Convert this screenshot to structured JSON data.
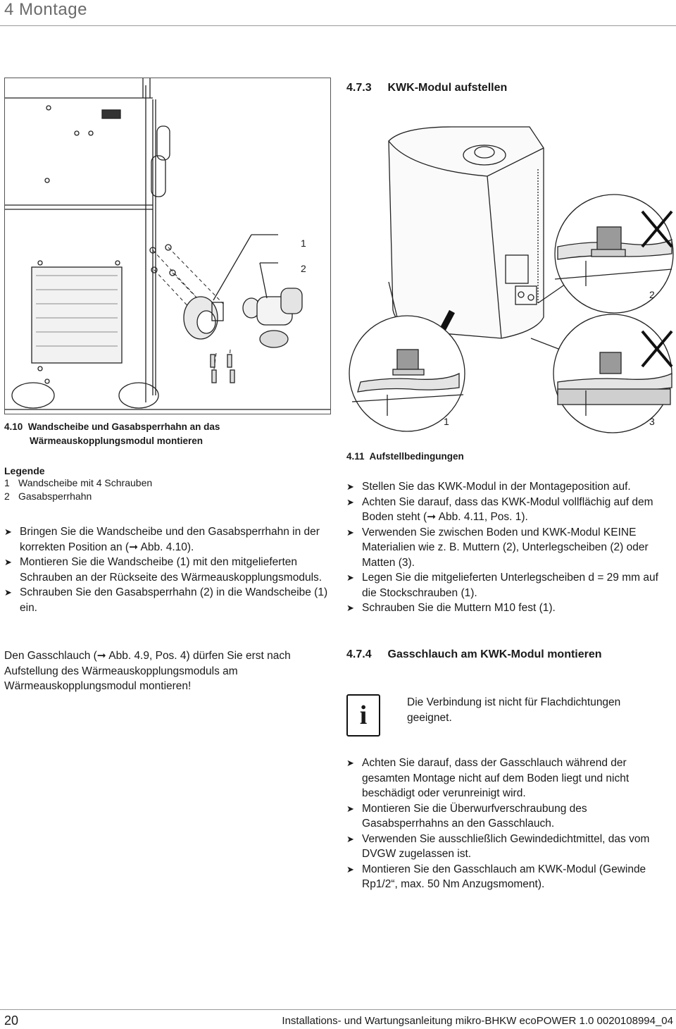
{
  "header": {
    "chapter": "4 Montage"
  },
  "right": {
    "section": {
      "number": "4.7.3",
      "title": "KWK-Modul aufstellen"
    },
    "figure": {
      "labels": [
        "1",
        "3",
        "2"
      ]
    },
    "caption": {
      "number": "4.11",
      "title": "Aufstellbedingungen"
    },
    "steps": [
      "Stellen Sie das KWK-Modul in der Montageposition auf.",
      "Achten Sie darauf, dass das KWK-Modul vollflächig auf dem Boden steht (➞ Abb. 4.11, Pos. 1).",
      "Verwenden Sie zwischen Boden und KWK-Modul KEINE Materialien wie z. B. Muttern (2), Unterlegscheiben (2) oder Matten (3).",
      "Legen Sie die mitgelieferten Unterlegscheiben d = 29 mm auf die Stockschrauben (1).",
      "Schrauben Sie die Muttern M10 fest (1)."
    ],
    "section2": {
      "number": "4.7.4",
      "title": "Gasschlauch am KWK-Modul montieren"
    },
    "info": {
      "icon_letter": "i",
      "text": "Die Verbindung ist nicht für Flachdichtungen geeignet."
    },
    "steps2": [
      "Achten Sie darauf, dass der Gasschlauch während der gesamten Montage nicht auf dem Boden liegt und nicht beschädigt oder verunreinigt wird.",
      "Montieren Sie die Überwurfverschraubung des Gasabsperrhahns an den Gasschlauch.",
      "Verwenden Sie ausschließlich Gewindedichtmittel, das vom DVGW zugelassen ist.",
      "Montieren Sie den Gasschlauch am KWK-Modul (Gewinde Rp1/2“, max. 50 Nm Anzugsmoment)."
    ]
  },
  "left": {
    "figure": {
      "labels": [
        "1",
        "2"
      ]
    },
    "caption": {
      "number": "4.10",
      "line1": "Wandscheibe und Gasabsperrhahn an das",
      "line2": "Wärmeauskopplungsmodul montieren"
    },
    "legend": {
      "title": "Legende",
      "items": [
        {
          "num": "1",
          "text": "Wandscheibe mit 4 Schrauben"
        },
        {
          "num": "2",
          "text": "Gasabsperrhahn"
        }
      ]
    },
    "steps": [
      "Bringen Sie die Wandscheibe und den Gasabsperrhahn in der korrekten Position an (➞ Abb. 4.10).",
      "Montieren Sie die Wandscheibe (1) mit den mitgelieferten Schrauben an der Rückseite des Wärmeauskopplungsmoduls.",
      "Schrauben Sie den Gasabsperrhahn (2) in die Wandscheibe (1) ein."
    ],
    "note": "Den Gasschlauch (➞ Abb. 4.9, Pos. 4) dürfen Sie erst nach Aufstellung des Wärmeauskopplungsmoduls am Wärmeauskopplungsmodul montieren!"
  },
  "footer": {
    "page": "20",
    "text": "Installations- und Wartungsanleitung mikro-BHKW ecoPOWER 1.0 0020108994_04"
  }
}
